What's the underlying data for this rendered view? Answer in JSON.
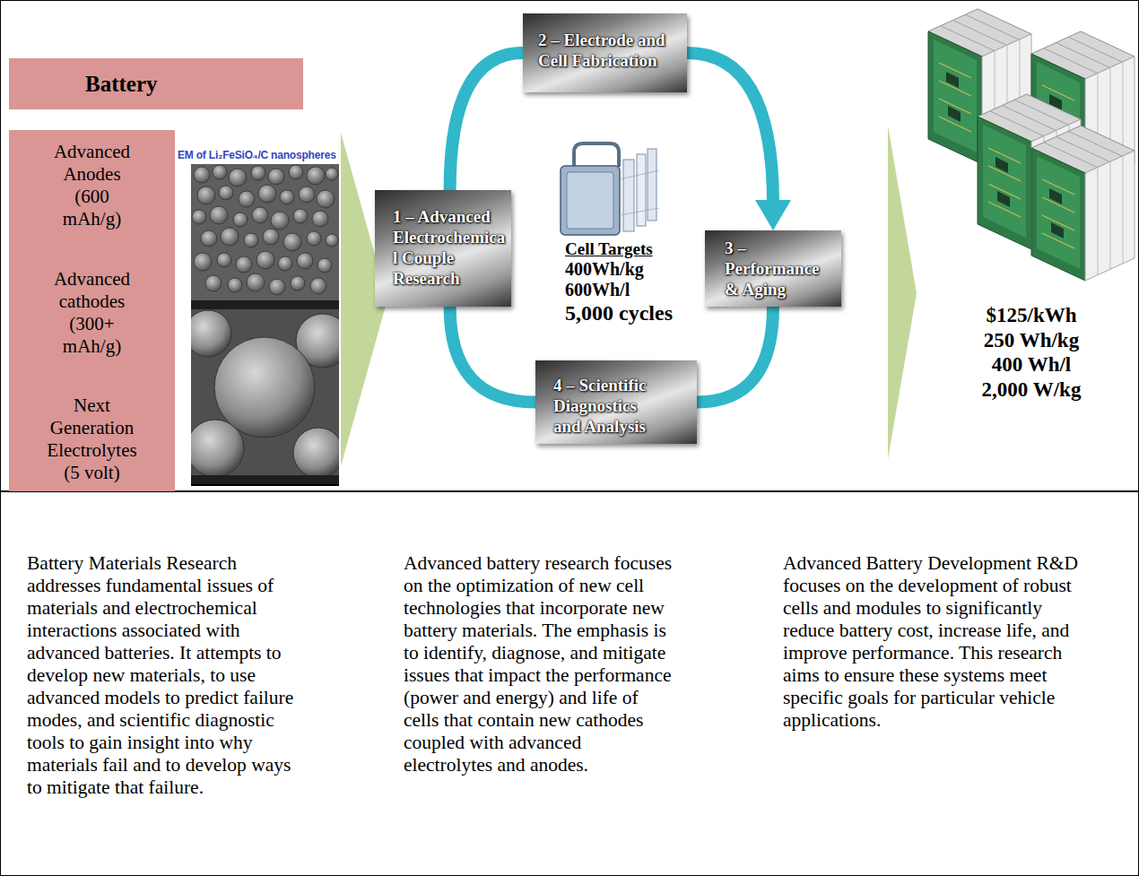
{
  "diagram": {
    "nodes": [
      {
        "text": [
          "Battery"
        ]
      },
      {
        "text": [
          "Advanced Anodes (600 mAh/g)",
          "Advanced cathodes (300+ mAh/g)",
          "Next Generation Electrolytes (5 volt)"
        ]
      },
      {
        "text": [
          "1 – Advanced Electrochemica l Couple Research"
        ]
      },
      {
        "text": [
          "2 – Electrode and Cell Fabrication"
        ]
      },
      {
        "text": [
          "3 – Performance & Aging"
        ]
      },
      {
        "text": [
          "4 – Scientific Diagnostics and Analysis"
        ]
      }
    ],
    "edges": [
      {
        "from": 2,
        "to": 3,
        "arrow": "none"
      },
      {
        "from": 3,
        "to": 4,
        "arrow": "to"
      },
      {
        "from": 4,
        "to": 5,
        "arrow": "none"
      },
      {
        "from": 5,
        "to": 2,
        "arrow": "none"
      }
    ],
    "labels": [
      "EM of Li₂FeSiO₄/C nanospheres",
      "Cell Targets",
      "400Wh/kg",
      "600Wh/l",
      "5,000 cycles",
      "$125/kWh",
      "250 Wh/kg",
      "400 Wh/l",
      "2,000 W/kg",
      "Battery Materials Research addresses fundamental issues of materials and electrochemical interactions associated with advanced batteries. It attempts to develop new materials, to use advanced models to predict failure modes, and scientific diagnostic tools to gain insight into why materials fail and to develop ways to mitigate that failure.",
      "Advanced battery research focuses on the optimization of new cell technologies that incorporate new battery materials. The emphasis is to identify, diagnose, and mitigate issues that impact the performance (power and energy) and life of cells that contain new cathodes coupled with advanced electrolytes and anodes.",
      "Advanced Battery Development R&D focuses on the development of robust cells and modules to significantly reduce battery cost, increase life, and improve performance. This research aims to ensure these systems meet specific goals for particular vehicle applications."
    ]
  }
}
